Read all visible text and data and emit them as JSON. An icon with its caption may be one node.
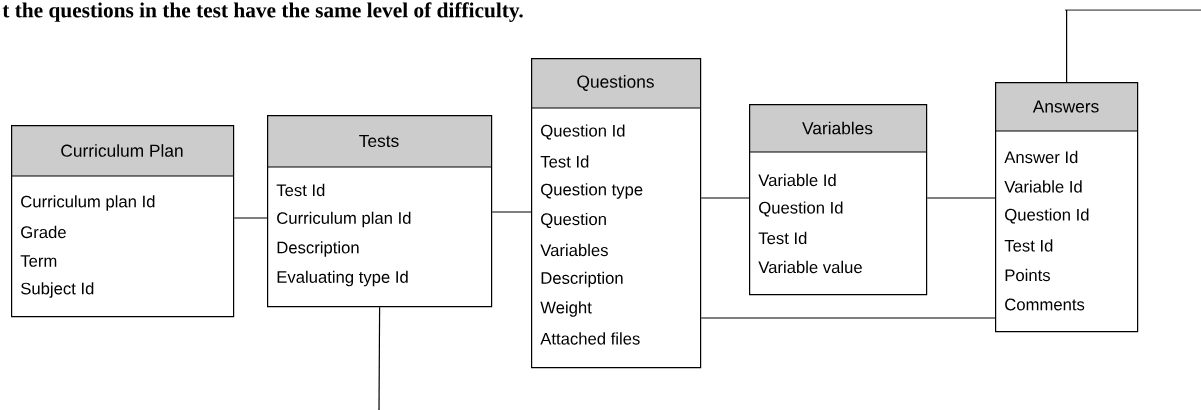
{
  "diagram": {
    "nodes": [
      {
        "text": [
          "Curriculum Plan",
          "Curriculum plan Id",
          "Grade",
          "Term",
          "Subject Id"
        ]
      },
      {
        "text": [
          "Tests",
          "Test Id",
          "Curriculum plan Id",
          "Description",
          "Evaluating type Id"
        ]
      },
      {
        "text": [
          "Questions",
          "Question Id",
          "Test Id",
          "Question type",
          "Question",
          "Variables",
          "Description",
          "Weight",
          "Attached files"
        ]
      },
      {
        "text": [
          "Variables",
          "Variable Id",
          "Question Id",
          "Test Id",
          "Variable value"
        ]
      },
      {
        "text": [
          "Answers",
          "Answer Id",
          "Variable Id",
          "Question Id",
          "Test Id",
          "Points",
          "Comments"
        ]
      }
    ],
    "edges": [
      {
        "from": 0,
        "to": 1,
        "arrow": "none"
      },
      {
        "from": 1,
        "to": 2,
        "arrow": "none"
      },
      {
        "from": 2,
        "to": 3,
        "arrow": "none"
      },
      {
        "from": 3,
        "to": 4,
        "arrow": "none"
      },
      {
        "from": 2,
        "to": 4,
        "arrow": "none"
      },
      {
        "from": 1,
        "to": null,
        "arrow": "none"
      },
      {
        "from": 4,
        "to": null,
        "arrow": "none"
      }
    ],
    "labels": [
      "t the questions in the test have the same level of difficulty."
    ]
  }
}
